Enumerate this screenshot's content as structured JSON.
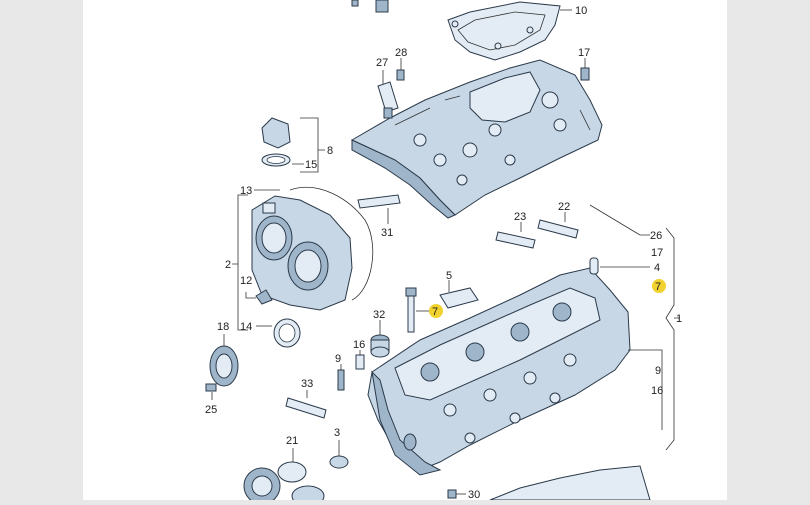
{
  "colors": {
    "background": "#e8e8e8",
    "canvas": "#ffffff",
    "part_fill": "#c7d7e6",
    "part_stroke": "#2b3a4a",
    "highlight": "#f2d22e"
  },
  "callouts": {
    "c10": "10",
    "c17a": "17",
    "c28": "28",
    "c27": "27",
    "c8": "8",
    "c15": "15",
    "c13": "13",
    "c31": "31",
    "c26": "26",
    "c17b": "17",
    "c4": "4",
    "c7_right": "7",
    "c1": "1",
    "c23": "23",
    "c22": "22",
    "c2": "2",
    "c12": "12",
    "c14": "14",
    "c5": "5",
    "c7_left": "7",
    "c32": "32",
    "c18": "18",
    "c16": "16",
    "c9_left": "9",
    "c33": "33",
    "c9_right": "9",
    "c16_right": "16",
    "c25": "25",
    "c21": "21",
    "c3": "3",
    "c30": "30"
  }
}
